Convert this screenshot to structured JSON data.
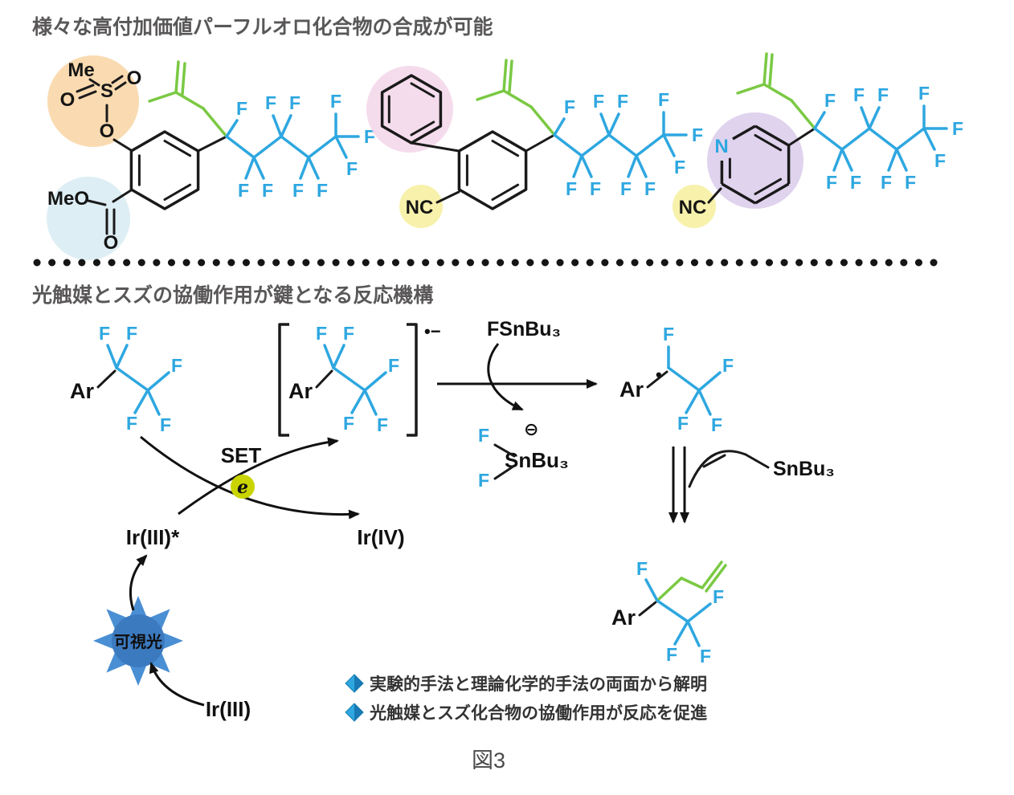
{
  "titles": {
    "products": "様々な高付加価値パーフルオロ化合物の合成が可能",
    "mechanism": "光触媒とスズの協働作用が鍵となる反応機構",
    "caption": "図3"
  },
  "labels": {
    "F": "F",
    "N": "N",
    "NC": "NC",
    "O": "O",
    "S": "S",
    "Me": "Me",
    "MeO": "MeO",
    "Ar": "Ar"
  },
  "mech": {
    "SET": "SET",
    "e": "e",
    "ir3_excited": "Ir(III)*",
    "ir4": "Ir(IV)",
    "ir3": "Ir(III)",
    "visible_light": "可視光",
    "fsnbu3": "FSnBu₃",
    "snbu3": "SnBu₃",
    "stannate_charge": "⊖",
    "radical_anion_charge": "•−",
    "radical_dot": "•"
  },
  "bullets": [
    "実験的手法と理論化学的手法の両面から解明",
    "光触媒とスズ化合物の協働作用が反応を促進"
  ],
  "colors": {
    "fluorine": "#2EA7E0",
    "allyl": "#7AC943",
    "ink": "#1A1A1A",
    "title_gray": "#595757",
    "highlight_orange": "#F9D7A9",
    "highlight_blue": "#D9ECF3",
    "highlight_pink": "#F4D8EA",
    "highlight_yellow": "#F6F0A2",
    "highlight_purple": "#DDCEEC",
    "electron_green": "#C9D400",
    "star_blue": "#4A8FD4",
    "star_core": "#3C7AC0",
    "bullet_diamond": "#2EA7E0"
  }
}
